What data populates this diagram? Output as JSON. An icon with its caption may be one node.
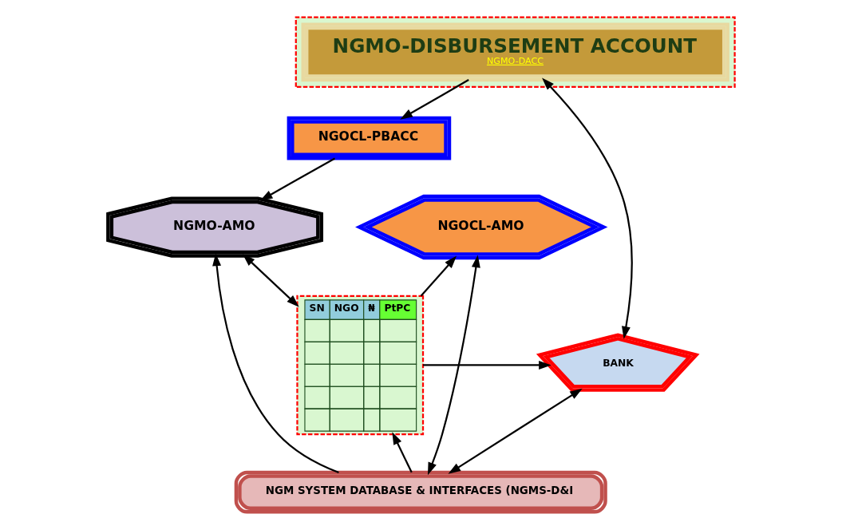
{
  "diagram": {
    "nodes": [
      {
        "text": [],
        "shape": "box"
      },
      {
        "text": [
          "NGMO-DISBURSEMENT ACCOUNT",
          "NGMO-DACC"
        ],
        "in": 0
      },
      {
        "text": [
          "NGOCL-PBACC"
        ]
      },
      {
        "text": [
          "NGMO-AMO"
        ]
      },
      {
        "text": [
          "SN",
          "NGO",
          "₦",
          "PtPC"
        ]
      },
      {
        "text": [
          "NGOCL-AMO"
        ]
      },
      {
        "text": [
          "BANK"
        ]
      },
      {
        "text": [
          "NGM SYSTEM DATABASE & INTERFACES (NGMS-D&I"
        ]
      }
    ],
    "edges": [
      {
        "from": 1,
        "to": 2,
        "arrow": "to"
      },
      {
        "from": 1,
        "to": 6,
        "arrow": "both"
      },
      {
        "from": 2,
        "to": 3,
        "arrow": "to"
      },
      {
        "from": 7,
        "to": 3,
        "arrow": "to"
      },
      {
        "from": 3,
        "to": 4,
        "arrow": "both"
      },
      {
        "from": 7,
        "to": 4,
        "arrow": "to"
      },
      {
        "from": 4,
        "to": 5,
        "arrow": "to"
      },
      {
        "from": 4,
        "to": 6,
        "arrow": "to"
      },
      {
        "from": 7,
        "to": 5,
        "arrow": "both"
      },
      {
        "from": 6,
        "to": 7,
        "arrow": "both"
      }
    ]
  }
}
